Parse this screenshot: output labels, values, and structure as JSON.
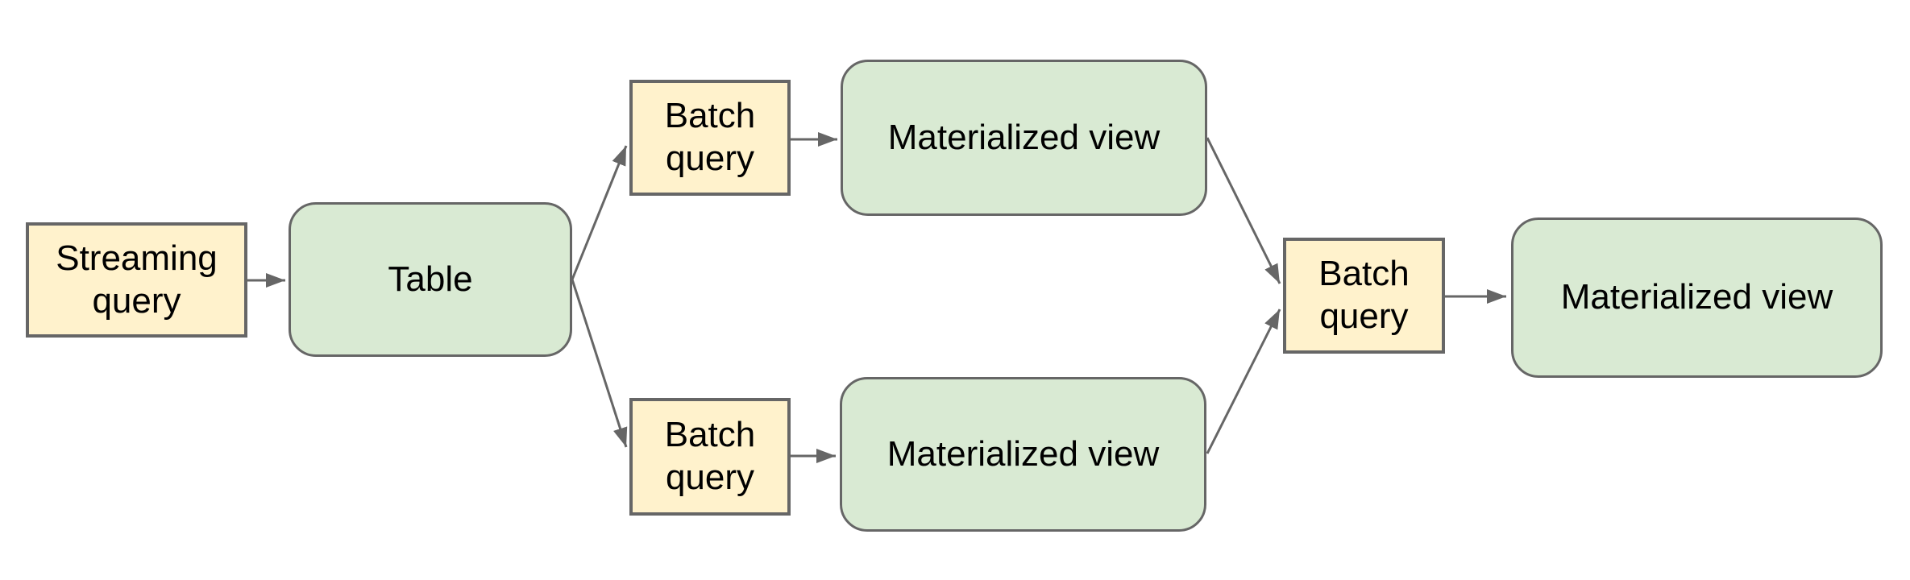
{
  "diagram": {
    "colors": {
      "canvas_bg": "#ffffff",
      "node_yellow": "#fff2cc",
      "node_green": "#d9ead3",
      "border_gray": "#666666",
      "arrow_gray": "#666666",
      "text_black": "#000000"
    },
    "nodes": {
      "streaming_query": {
        "label": "Streaming query",
        "shape": "rectangle",
        "color": "#fff2cc"
      },
      "table": {
        "label": "Table",
        "shape": "rounded-rectangle",
        "color": "#d9ead3"
      },
      "batch_query_top": {
        "label": "Batch query",
        "shape": "rectangle",
        "color": "#fff2cc"
      },
      "materialized_view_top": {
        "label": "Materialized view",
        "shape": "rounded-rectangle",
        "color": "#d9ead3"
      },
      "batch_query_bottom": {
        "label": "Batch query",
        "shape": "rectangle",
        "color": "#fff2cc"
      },
      "materialized_view_bottom": {
        "label": "Materialized view",
        "shape": "rounded-rectangle",
        "color": "#d9ead3"
      },
      "batch_query_merge": {
        "label": "Batch query",
        "shape": "rectangle",
        "color": "#fff2cc"
      },
      "materialized_view_final": {
        "label": "Materialized view",
        "shape": "rounded-rectangle",
        "color": "#d9ead3"
      }
    },
    "edges": [
      {
        "from": "streaming_query",
        "to": "table"
      },
      {
        "from": "table",
        "to": "batch_query_top"
      },
      {
        "from": "table",
        "to": "batch_query_bottom"
      },
      {
        "from": "batch_query_top",
        "to": "materialized_view_top"
      },
      {
        "from": "batch_query_bottom",
        "to": "materialized_view_bottom"
      },
      {
        "from": "materialized_view_top",
        "to": "batch_query_merge"
      },
      {
        "from": "materialized_view_bottom",
        "to": "batch_query_merge"
      },
      {
        "from": "batch_query_merge",
        "to": "materialized_view_final"
      }
    ]
  }
}
